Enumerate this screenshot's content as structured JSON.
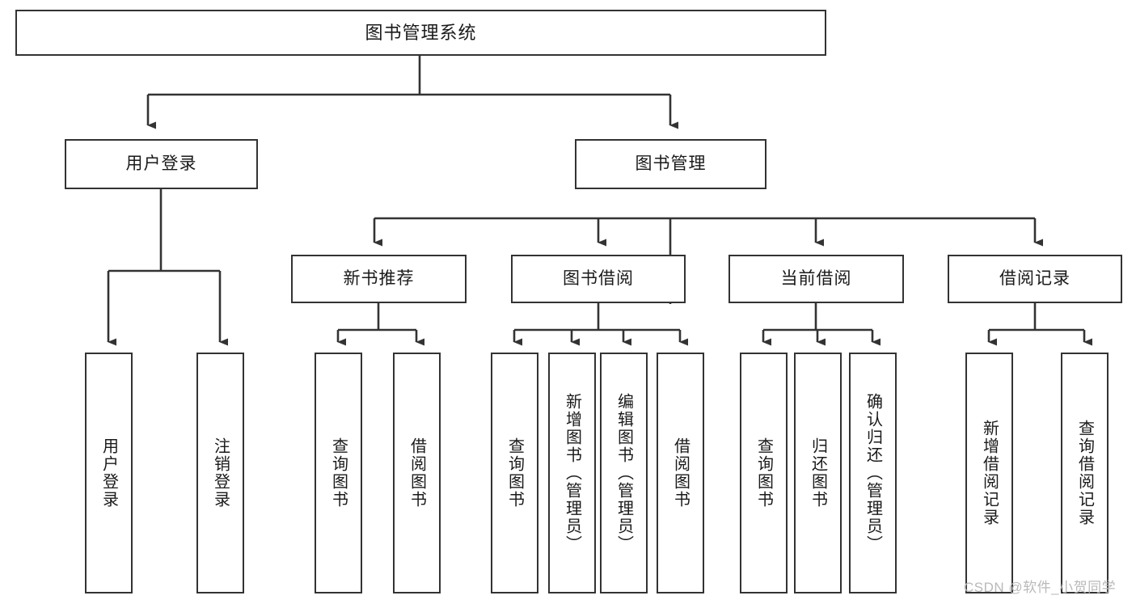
{
  "diagram": {
    "title": "图书管理系统",
    "watermark": "CSDN @软件_小贺同学",
    "line_color": "#333333",
    "box_fill": "#ffffff",
    "text_color": "#1a1a1a",
    "nodes": {
      "root": {
        "label": "图书管理系统"
      },
      "level2": [
        {
          "id": "user-login",
          "label": "用户登录"
        },
        {
          "id": "book-management",
          "label": "图书管理"
        }
      ],
      "level3": [
        {
          "id": "new-book-recommend",
          "label": "新书推荐"
        },
        {
          "id": "book-borrow",
          "label": "图书借阅"
        },
        {
          "id": "current-borrow",
          "label": "当前借阅"
        },
        {
          "id": "borrow-record",
          "label": "借阅记录"
        }
      ],
      "leaves": {
        "user-login": [
          {
            "id": "leaf-user-login",
            "label": "用户登录"
          },
          {
            "id": "leaf-logout",
            "label": "注销登录"
          }
        ],
        "new-book-recommend": [
          {
            "id": "leaf-query-book-1",
            "label": "查询图书"
          },
          {
            "id": "leaf-borrow-book-1",
            "label": "借阅图书"
          }
        ],
        "book-borrow": [
          {
            "id": "leaf-query-book-2",
            "label": "查询图书"
          },
          {
            "id": "leaf-add-book",
            "label": "新增图书（管理员）"
          },
          {
            "id": "leaf-edit-book",
            "label": "编辑图书（管理员）"
          },
          {
            "id": "leaf-borrow-book-2",
            "label": "借阅图书"
          }
        ],
        "current-borrow": [
          {
            "id": "leaf-query-book-3",
            "label": "查询图书"
          },
          {
            "id": "leaf-return-book",
            "label": "归还图书"
          },
          {
            "id": "leaf-confirm-return",
            "label": "确认归还（管理员）"
          }
        ],
        "borrow-record": [
          {
            "id": "leaf-add-record",
            "label": "新增借阅记录"
          },
          {
            "id": "leaf-query-record",
            "label": "查询借阅记录"
          }
        ]
      }
    }
  }
}
